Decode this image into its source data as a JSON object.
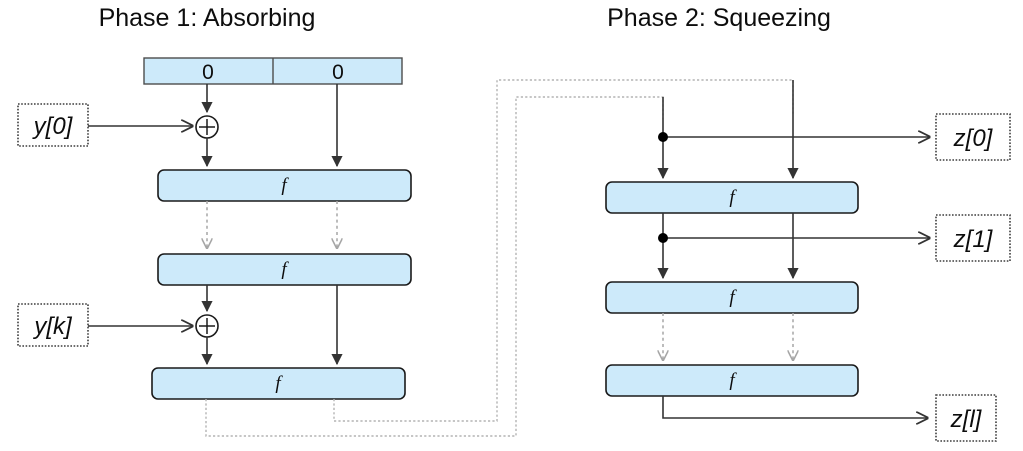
{
  "figure": {
    "kind": "sponge-construction-diagram",
    "background_color": "#ffffff",
    "block_fill_color": "#cdeafa",
    "wire_color": "#333333",
    "ellipsis_wire_color": "#a6a6a6",
    "feedback_wire_color": "#b3b3b3"
  },
  "phase1": {
    "title": "Phase 1: Absorbing",
    "state_cells": [
      {
        "label": "0"
      },
      {
        "label": "0"
      }
    ],
    "permutations": [
      {
        "label": "f"
      },
      {
        "label": "f"
      },
      {
        "label": "f"
      }
    ],
    "inputs": [
      {
        "label": "y[0]"
      },
      {
        "label": "y[k]"
      }
    ],
    "xor_symbol": "+"
  },
  "phase2": {
    "title": "Phase 2: Squeezing",
    "permutations": [
      {
        "label": "f"
      },
      {
        "label": "f"
      },
      {
        "label": "f"
      }
    ],
    "outputs": [
      {
        "label": "z[0]"
      },
      {
        "label": "z[1]"
      },
      {
        "label": "z[l]"
      }
    ]
  }
}
